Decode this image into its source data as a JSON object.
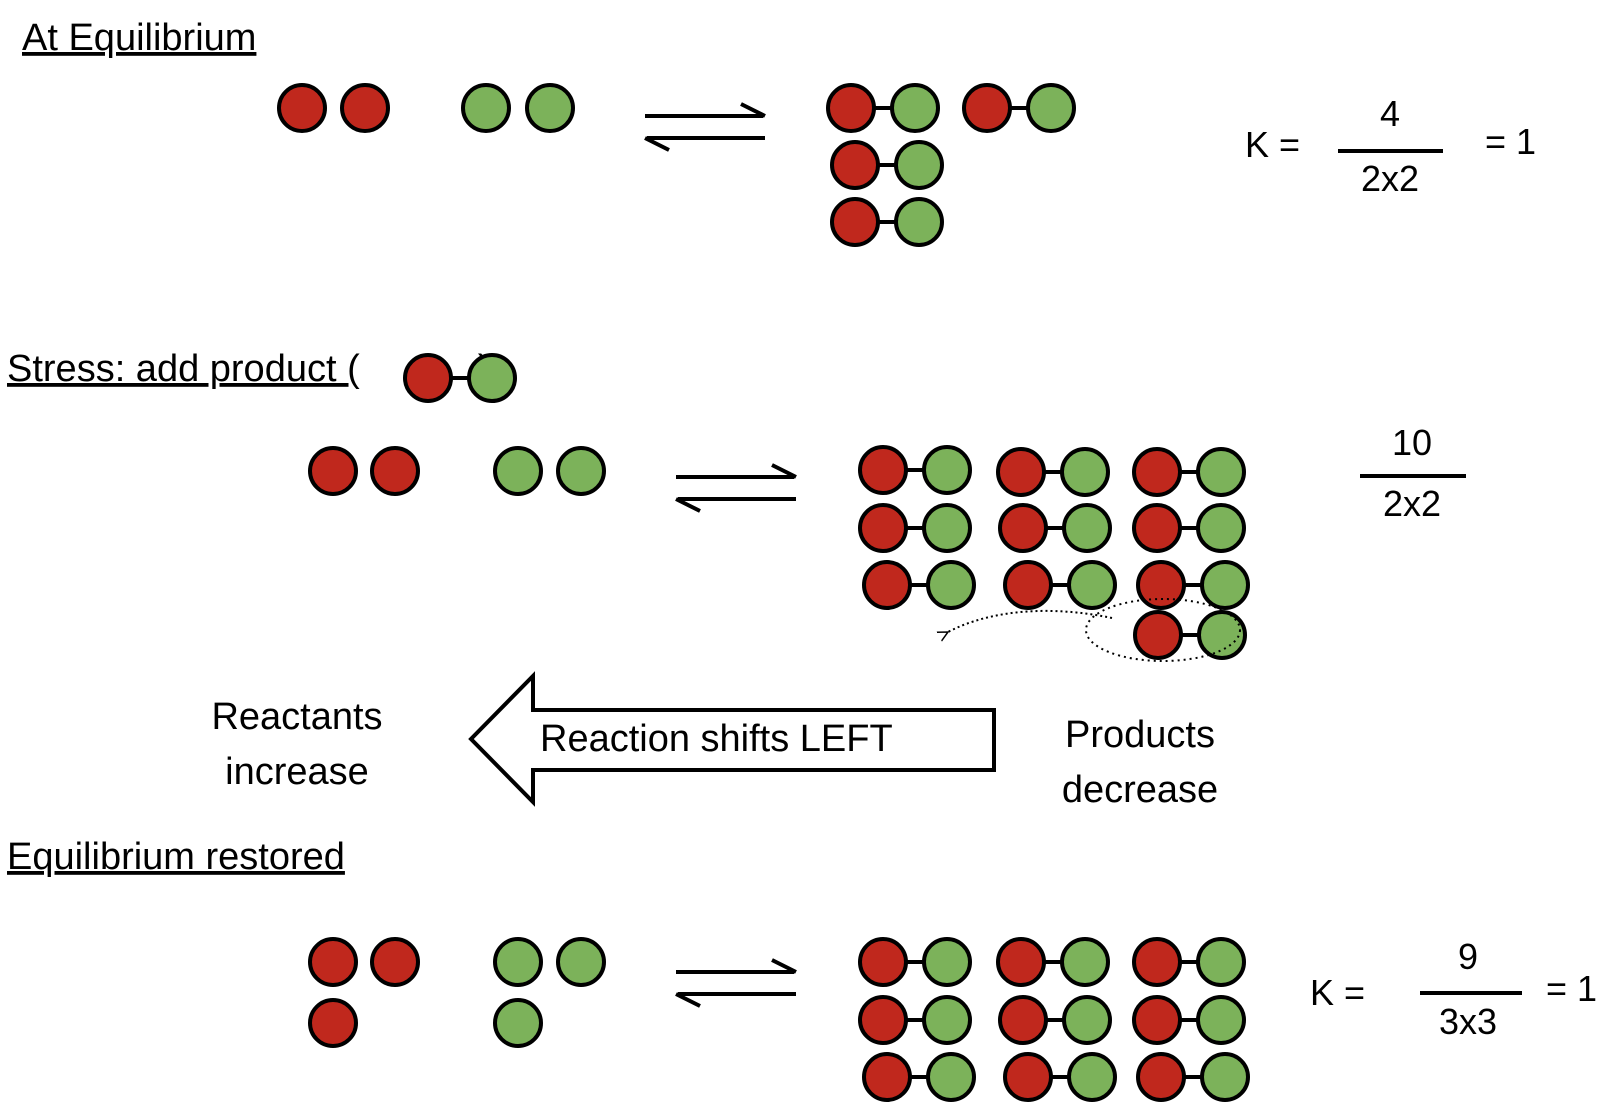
{
  "colors": {
    "reactant_a": "#c0281d",
    "reactant_b": "#7cb25a",
    "outline": "#000000",
    "bond": "#000000"
  },
  "sections": {
    "equilibrium": {
      "heading": "At Equilibrium",
      "k_label": "K =",
      "numerator": "4",
      "denominator": "2x2",
      "result": "= 1",
      "reactants": {
        "red": 2,
        "green": 2
      },
      "products": 4
    },
    "stress": {
      "heading_text": "Stress:  add product (",
      "heading_close": ")",
      "numerator": "10",
      "denominator": "2x2",
      "reactants": {
        "red": 2,
        "green": 2
      },
      "products": 10
    },
    "shift": {
      "arrow_label": "Reaction shifts LEFT",
      "left_line1": "Reactants",
      "left_line2": "increase",
      "right_line1": "Products",
      "right_line2": "decrease"
    },
    "restored": {
      "heading": "Equilibrium restored",
      "k_label": "K =",
      "numerator": "9",
      "denominator": "3x3",
      "result": "= 1",
      "reactants": {
        "red": 3,
        "green": 3
      },
      "products": 9
    }
  }
}
